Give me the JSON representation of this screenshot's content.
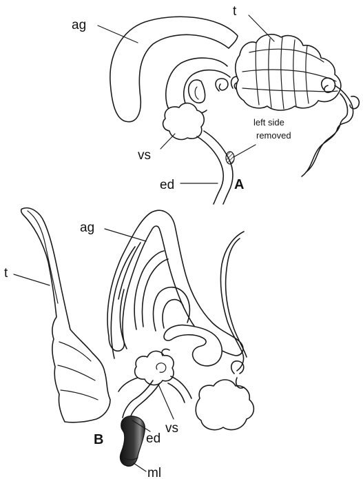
{
  "panel_a": {
    "panel_label": "A",
    "labels": {
      "ag": "ag",
      "t": "t",
      "vs": "vs",
      "ed": "ed",
      "note_line1": "left side",
      "note_line2": "removed"
    }
  },
  "panel_b": {
    "panel_label": "B",
    "labels": {
      "ag": "ag",
      "t": "t",
      "vs": "vs",
      "ed": "ed",
      "ml": "ml"
    }
  },
  "colors": {
    "line": "#1a1a1a",
    "background": "#ffffff",
    "muscle": "#2a2a2a"
  }
}
